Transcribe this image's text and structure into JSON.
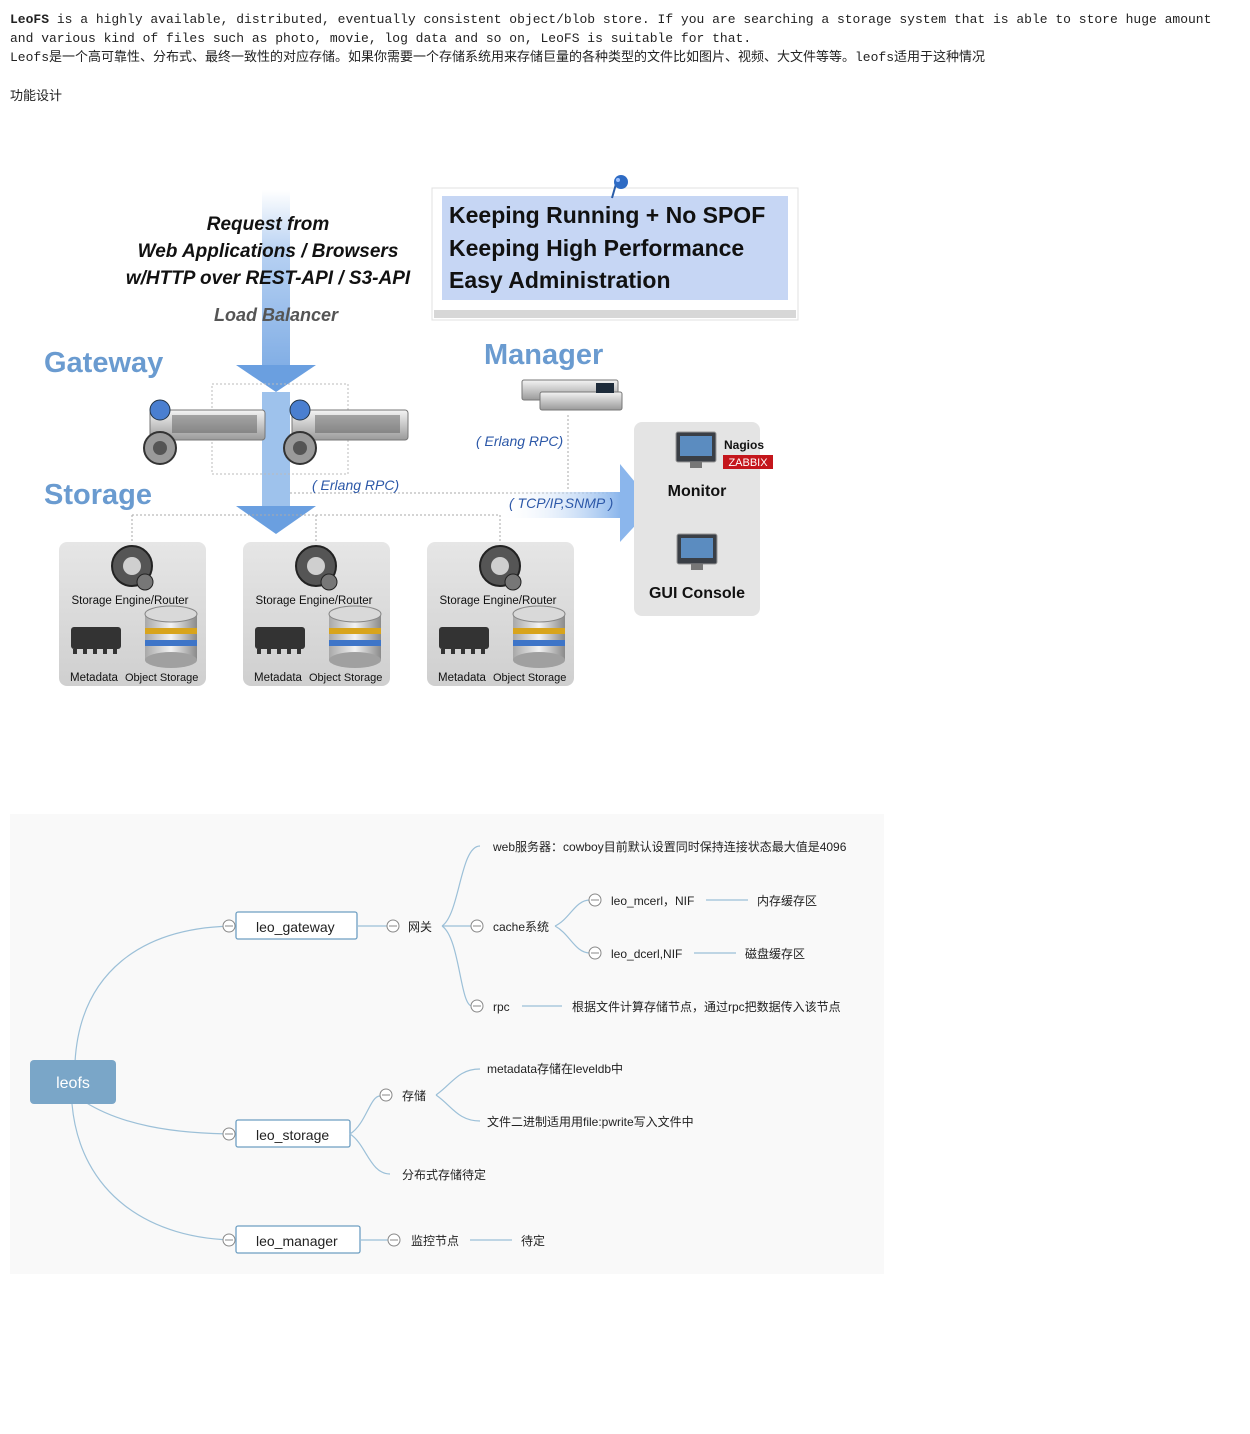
{
  "intro": {
    "brand": "LeoFS",
    "en_text": " is a highly available, distributed, eventually consistent object/blob store. If you are searching a storage system that is able to store huge amount and various kind of files such as photo, movie, log data and so on, LeoFS is suitable for that.",
    "zh_text": "Leofs是一个高可靠性、分布式、最终一致性的对应存储。如果你需要一个存储系统用来存储巨量的各种类型的文件比如图片、视频、大文件等等。leofs适用于这种情况"
  },
  "section_heading": "功能设计",
  "architecture": {
    "request_lines": [
      "Request from",
      "Web Applications / Browsers",
      "w/HTTP over REST-API / S3-API"
    ],
    "load_balancer": "Load Balancer",
    "banner_lines": [
      "Keeping Running + No SPOF",
      "Keeping High Performance",
      "Easy Administration"
    ],
    "gateway_label": "Gateway",
    "manager_label": "Manager",
    "storage_label": "Storage",
    "erlang_rpc_manager": "( Erlang RPC)",
    "erlang_rpc_storage": "( Erlang RPC)",
    "tcp_snmp": "( TCP/IP,SNMP )",
    "monitor": {
      "nagios": "Nagios",
      "zabbix": "ZABBIX",
      "monitor_label": "Monitor",
      "gui_label": "GUI Console"
    },
    "storage_nodes": [
      {
        "engine": "Storage Engine/Router",
        "metadata": "Metadata",
        "object": "Object Storage"
      },
      {
        "engine": "Storage Engine/Router",
        "metadata": "Metadata",
        "object": "Object Storage"
      },
      {
        "engine": "Storage Engine/Router",
        "metadata": "Metadata",
        "object": "Object Storage"
      }
    ],
    "colors": {
      "label_blue": "#6a9bd0",
      "banner_bg": "#c6d6f4",
      "zabbix_red": "#c4161c",
      "arrow_blue": "#6a9fe0"
    }
  },
  "mindmap": {
    "root": "leofs",
    "gateway": {
      "name": "leo_gateway",
      "category": "网关",
      "web": "web服务器：cowboy目前默认设置同时保持连接状态最大值是4096",
      "cache": "cache系统",
      "mcerl": "leo_mcerl，NIF",
      "mcerl_desc": "内存缓存区",
      "dcerl": "leo_dcerl,NIF",
      "dcerl_desc": "磁盘缓存区",
      "rpc": "rpc",
      "rpc_desc": "根据文件计算存储节点，通过rpc把数据传入该节点"
    },
    "storage": {
      "name": "leo_storage",
      "category": "存储",
      "metadata": "metadata存储在leveldb中",
      "binary": "文件二进制适用用file:pwrite写入文件中",
      "distributed": "分布式存储待定"
    },
    "manager": {
      "name": "leo_manager",
      "category": "监控节点",
      "pending": "待定"
    },
    "colors": {
      "root_bg": "#7aa6c8",
      "line": "#9cc0d8"
    }
  }
}
